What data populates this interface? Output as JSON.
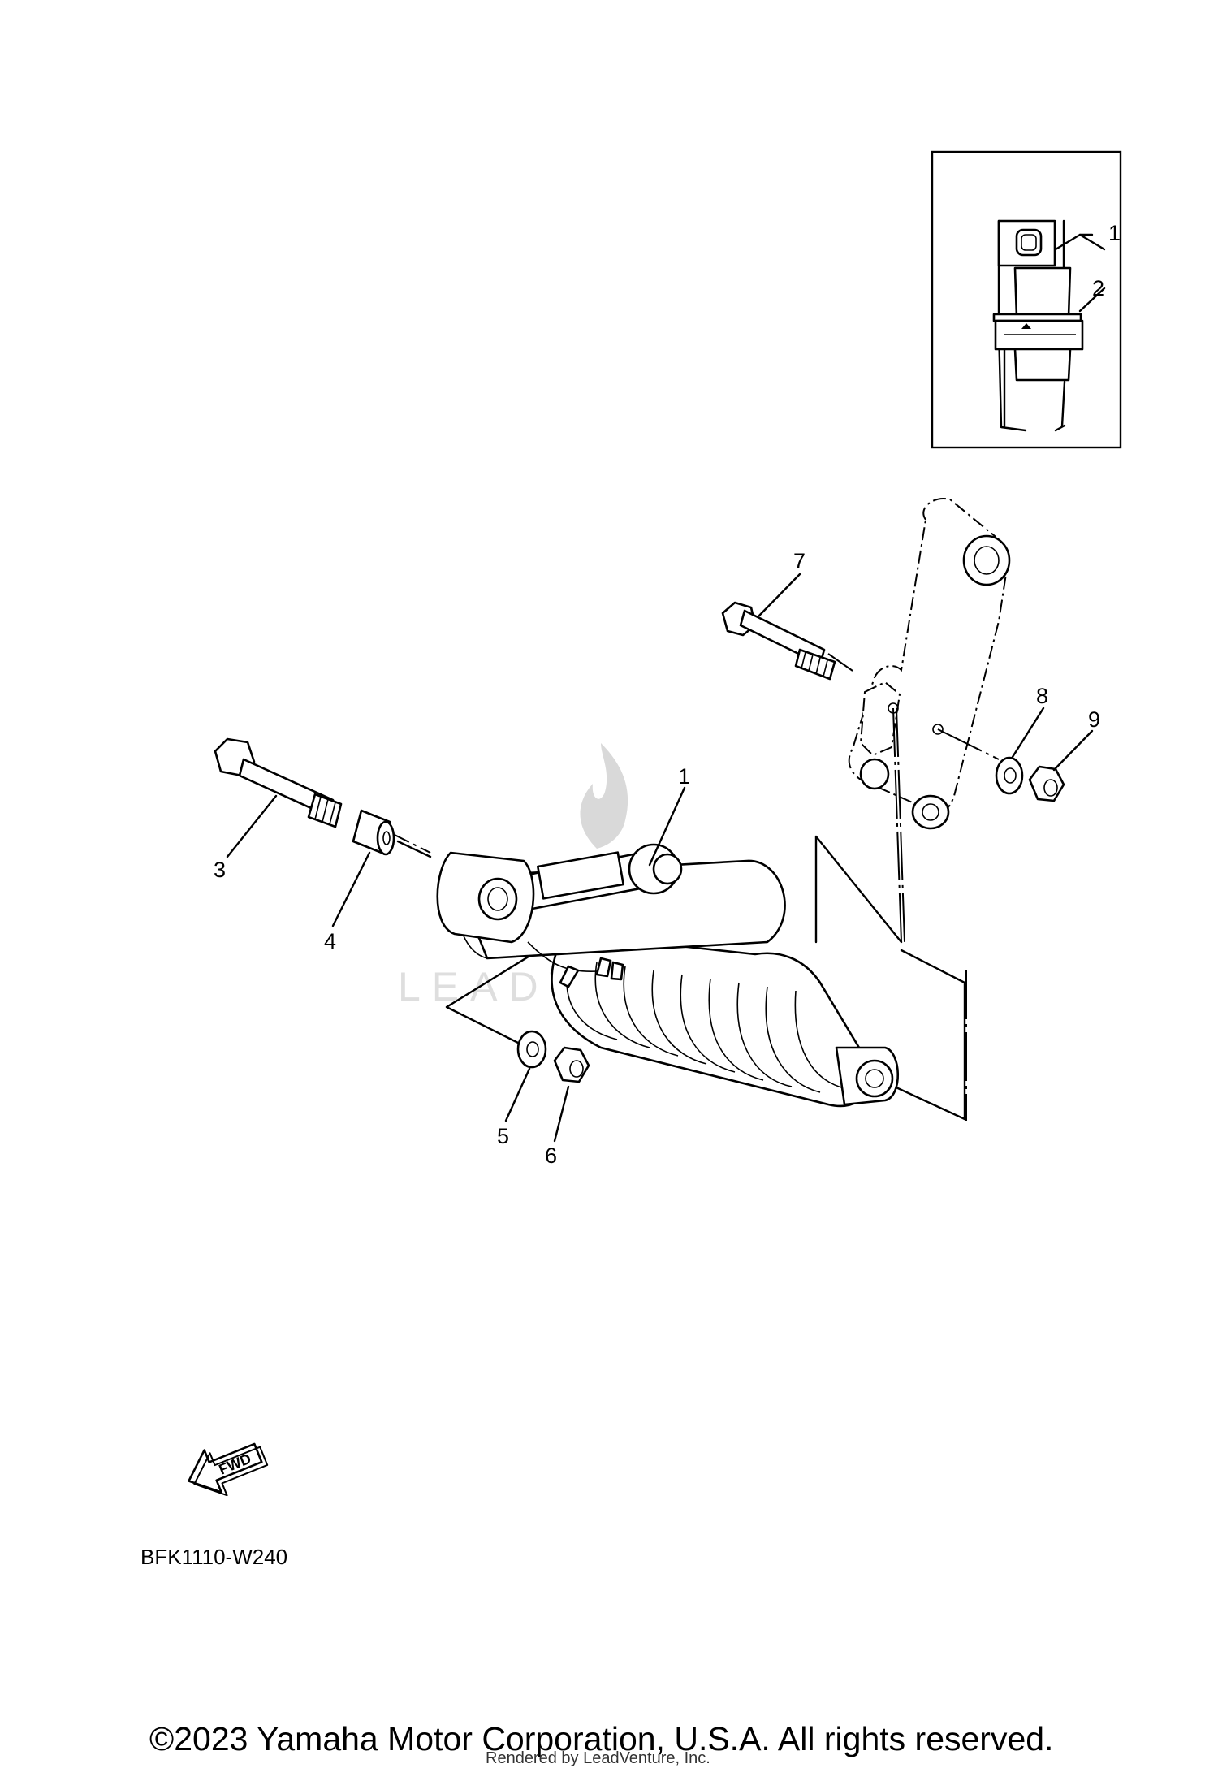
{
  "diagram": {
    "code": "BFK1110-W240",
    "copyright": "©2023 Yamaha Motor Corporation, U.S.A. All rights reserved.",
    "rendered_by": "Rendered by LeadVenture, Inc.",
    "fwd_label": "FWD",
    "watermark": "LEADVENTURE",
    "inset_callouts": [
      "1",
      "2"
    ],
    "callouts": [
      "1",
      "3",
      "4",
      "5",
      "6",
      "7",
      "8",
      "9"
    ]
  }
}
